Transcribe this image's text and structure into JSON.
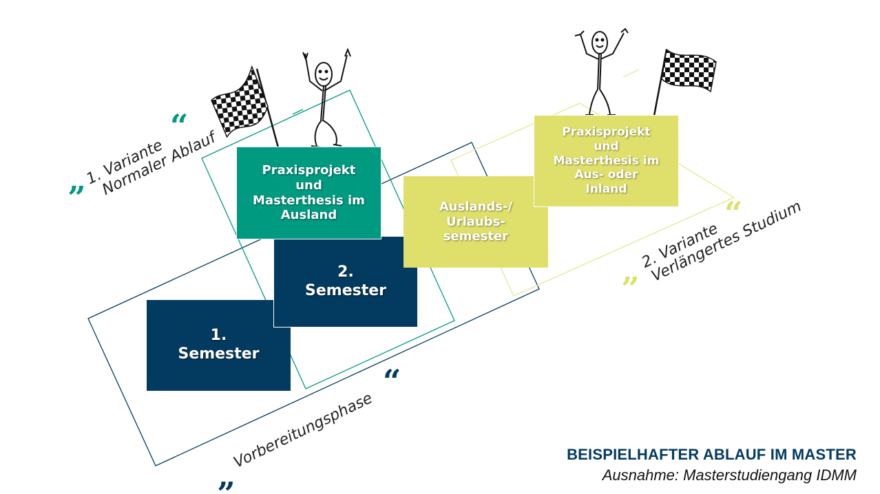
{
  "steps": {
    "semester1": [
      "1.",
      "Semester"
    ],
    "semester2": [
      "2.",
      "Semester"
    ],
    "ausland": [
      "Praxisprojekt",
      "und",
      "Masterthesis im",
      "Ausland"
    ],
    "urlaub": [
      "Auslands-/",
      "Urlaubs-",
      "semester"
    ],
    "inland": [
      "Praxisprojekt",
      "und",
      "Masterthesis im",
      "Aus- oder",
      "Inland"
    ]
  },
  "variants": {
    "v1": [
      "1. Variante",
      "Normaler Ablauf"
    ],
    "v2": [
      "2. Variante",
      "Verlängertes Studium"
    ],
    "prep": "Vorbereitungsphase"
  },
  "quotes": {
    "open": "„",
    "close": "“"
  },
  "footer": {
    "title": "BEISPIELHAFTER ABLAUF IM MASTER",
    "subtitle": "Ausnahme: Masterstudiengang IDMM"
  },
  "colors": {
    "navy": "#033b60",
    "teal": "#009a81",
    "lime": "#dfe06b"
  },
  "icons": [
    "checkered-flag-icon",
    "stick-figure-icon"
  ]
}
